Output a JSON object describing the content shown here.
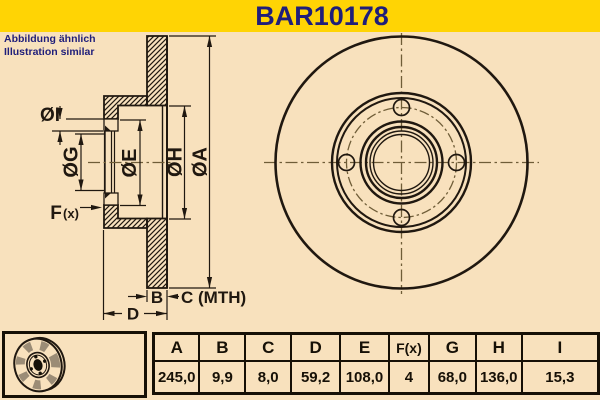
{
  "banner": {
    "title": "BAR10178"
  },
  "note": {
    "line1": "Abbildung ähnlich",
    "line2": "Illustration similar"
  },
  "diagram": {
    "dimension_labels": {
      "a": "ØA",
      "h": "ØH",
      "e": "ØE",
      "g": "ØG",
      "i": "ØI",
      "f": "F",
      "f_suffix": "(x)",
      "b": "B",
      "c": "C (MTH)",
      "d": "D"
    }
  },
  "table": {
    "headers": [
      "A",
      "B",
      "C",
      "D",
      "E",
      "F(x)",
      "G",
      "H",
      "I"
    ],
    "values": [
      "245,0",
      "9,9",
      "8,0",
      "59,2",
      "108,0",
      "4",
      "68,0",
      "136,0",
      "15,3"
    ]
  },
  "colors": {
    "background": "#F8E1BD",
    "banner_yellow": "#FFD404",
    "navy": "#1F1E7A",
    "line_black": "#201810",
    "centerline_brown": "#6F5D38",
    "stripe_gray": "#9B8C76"
  }
}
